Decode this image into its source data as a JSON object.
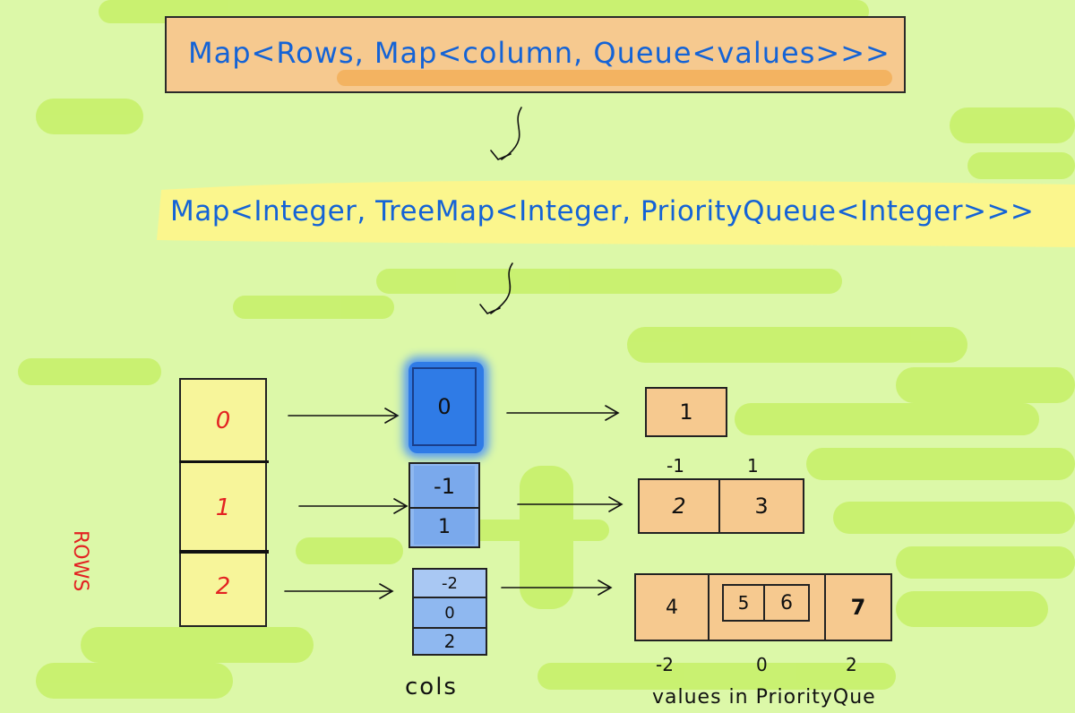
{
  "header": {
    "line1": "Map<Rows, Map<column, Queue<values>>>",
    "line2": "Map<Integer, TreeMap<Integer, PriorityQueue<Integer>>>"
  },
  "rows": {
    "label": "ROWS",
    "items": [
      "0",
      "1",
      "2"
    ]
  },
  "cols": {
    "label": "cols",
    "groups": [
      [
        "0"
      ],
      [
        "-1",
        "1"
      ],
      [
        "-2",
        "0",
        "2"
      ]
    ]
  },
  "queues": {
    "label": "values in PriorityQue",
    "row0": [
      "1"
    ],
    "row1": [
      "2",
      "3"
    ],
    "row1_col_labels": [
      "-1",
      "1"
    ],
    "row2_left": "4",
    "row2_mid": [
      "5",
      "6"
    ],
    "row2_right": "7",
    "row2_col_labels": [
      "-2",
      "0",
      "2"
    ]
  },
  "colors": {
    "background_green": "#d8f7a0",
    "highlight_green": "#c8f06a",
    "orange_fill": "#f6c98f",
    "yellow_fill": "#f7f59a",
    "blue_fill": "#8fb8f0",
    "blue_strong": "#2f7be6",
    "ink_blue": "#1463d6",
    "ink_red": "#e32222"
  }
}
